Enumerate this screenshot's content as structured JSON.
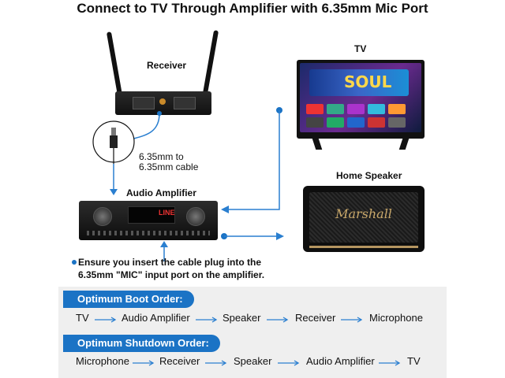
{
  "title": "Connect to TV Through Amplifier with 6.35mm Mic Port",
  "labels": {
    "receiver": "Receiver",
    "tv": "TV",
    "cable_line1": "6.35mm to",
    "cable_line2": "6.35mm cable",
    "audio_amplifier": "Audio Amplifier",
    "home_speaker": "Home Speaker"
  },
  "note": {
    "line1": "Ensure you insert the cable plug into the",
    "line2": "6.35mm \"MIC\" input port on the amplifier."
  },
  "speaker_brand": "Marshall",
  "tv_movie_title": "SOUL",
  "boot_order": {
    "label": "Optimum Boot Order:",
    "items": [
      "TV",
      "Audio Amplifier",
      "Speaker",
      "Receiver",
      "Microphone"
    ]
  },
  "shutdown_order": {
    "label": "Optimum Shutdown Order:",
    "items": [
      "Microphone",
      "Receiver",
      "Speaker",
      "Audio Amplifier",
      "TV"
    ]
  },
  "colors": {
    "accent_blue": "#1b73c5",
    "panel_gray": "#efefef"
  }
}
